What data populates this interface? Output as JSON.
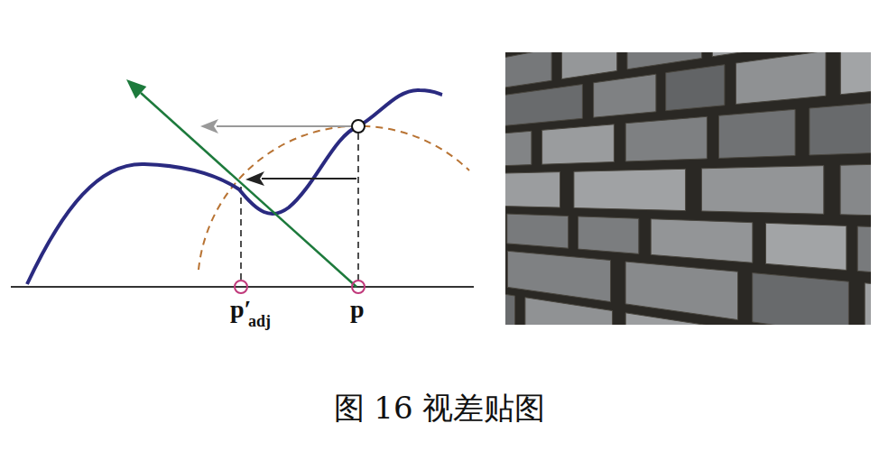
{
  "diagram": {
    "caption": "图 16 视差贴图",
    "labels": [
      "p′",
      "adj",
      "p"
    ]
  }
}
